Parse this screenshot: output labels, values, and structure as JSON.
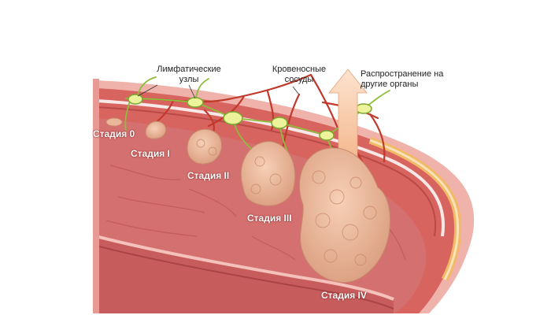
{
  "labels": {
    "lymph_nodes": "Лимфатические\nузлы",
    "blood_vessels": "Кровеносные\nсосуды",
    "spread": "Распространение на\nдругие органы"
  },
  "stages": {
    "s0": "Стадия 0",
    "s1": "Стадия I",
    "s2": "Стадия II",
    "s3": "Стадия III",
    "s4": "Стадия IV"
  },
  "colors": {
    "mucosa": "#d9777a",
    "wall_outer": "#e8a4a0",
    "muscle": "#c8504e",
    "fat": "#f2c57a",
    "tumor": "#eab79a",
    "vessel": "#c0392b",
    "lymph": "#8dbd3a",
    "node": "#e9f29a",
    "arrow": "#f5c49a"
  }
}
